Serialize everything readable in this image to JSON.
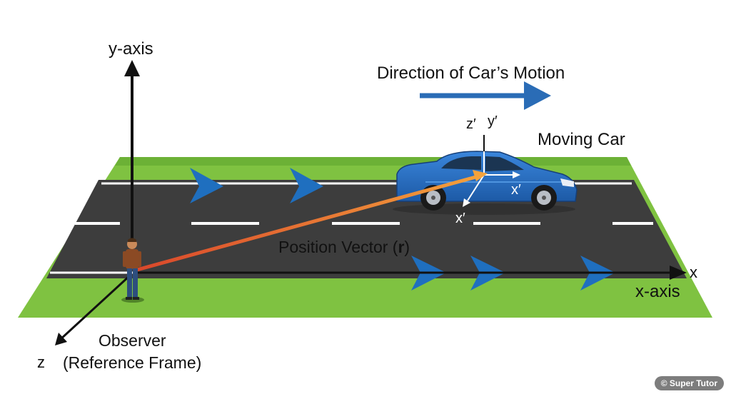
{
  "labels": {
    "y_axis": "y-axis",
    "x_axis": "x-axis",
    "x": "x",
    "z": "z",
    "observer_line1": "Observer",
    "observer_line2": "(Reference Frame)",
    "direction": "Direction of Car’s Motion",
    "moving_car": "Moving Car",
    "position_vector_text": "Position Vector (",
    "position_vector_symbol": "r",
    "position_vector_close": ")",
    "car_z": "z′",
    "car_y": "y′",
    "car_x_primary": "x′",
    "car_x_secondary": "x′"
  },
  "watermark": "© Super Tutor",
  "colors": {
    "grass": "#7fc241",
    "road": "#3d3d3d",
    "lane_marking": "#ffffff",
    "chevron": "#1f6fbf",
    "motion_arrow": "#2a6cb6",
    "car_body": "#2a6fc4",
    "position_vector_start": "#d9472b",
    "position_vector_end": "#f4a23c"
  }
}
